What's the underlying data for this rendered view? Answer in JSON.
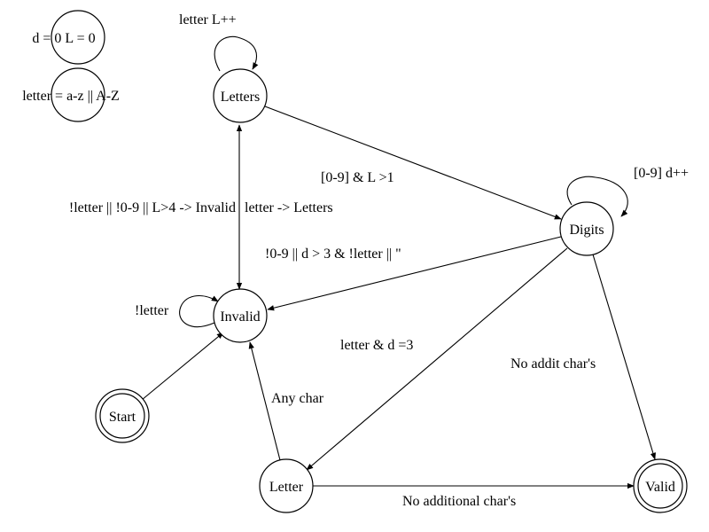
{
  "nodes": {
    "legend_counters": "d = 0 L = 0",
    "legend_letter": "letter = a-z || A-Z",
    "letters": "Letters",
    "digits": "Digits",
    "invalid": "Invalid",
    "start": "Start",
    "letter": "Letter",
    "valid": "Valid"
  },
  "edges": {
    "letters_loop": "letter L++",
    "digits_loop": "[0-9] d++",
    "invalid_loop": "!letter",
    "letters_to_digits": "[0-9] & L >1",
    "letters_to_invalid": "!letter || !0-9 || L>4  -> Invalid",
    "invalid_to_letters": "letter -> Letters",
    "digits_to_invalid": "!0-9 || d > 3 & !letter || \"",
    "digits_to_letter": "letter & d =3",
    "digits_to_valid": "No addit char's",
    "letter_to_invalid": "Any char",
    "letter_to_valid": "No additional char's"
  }
}
